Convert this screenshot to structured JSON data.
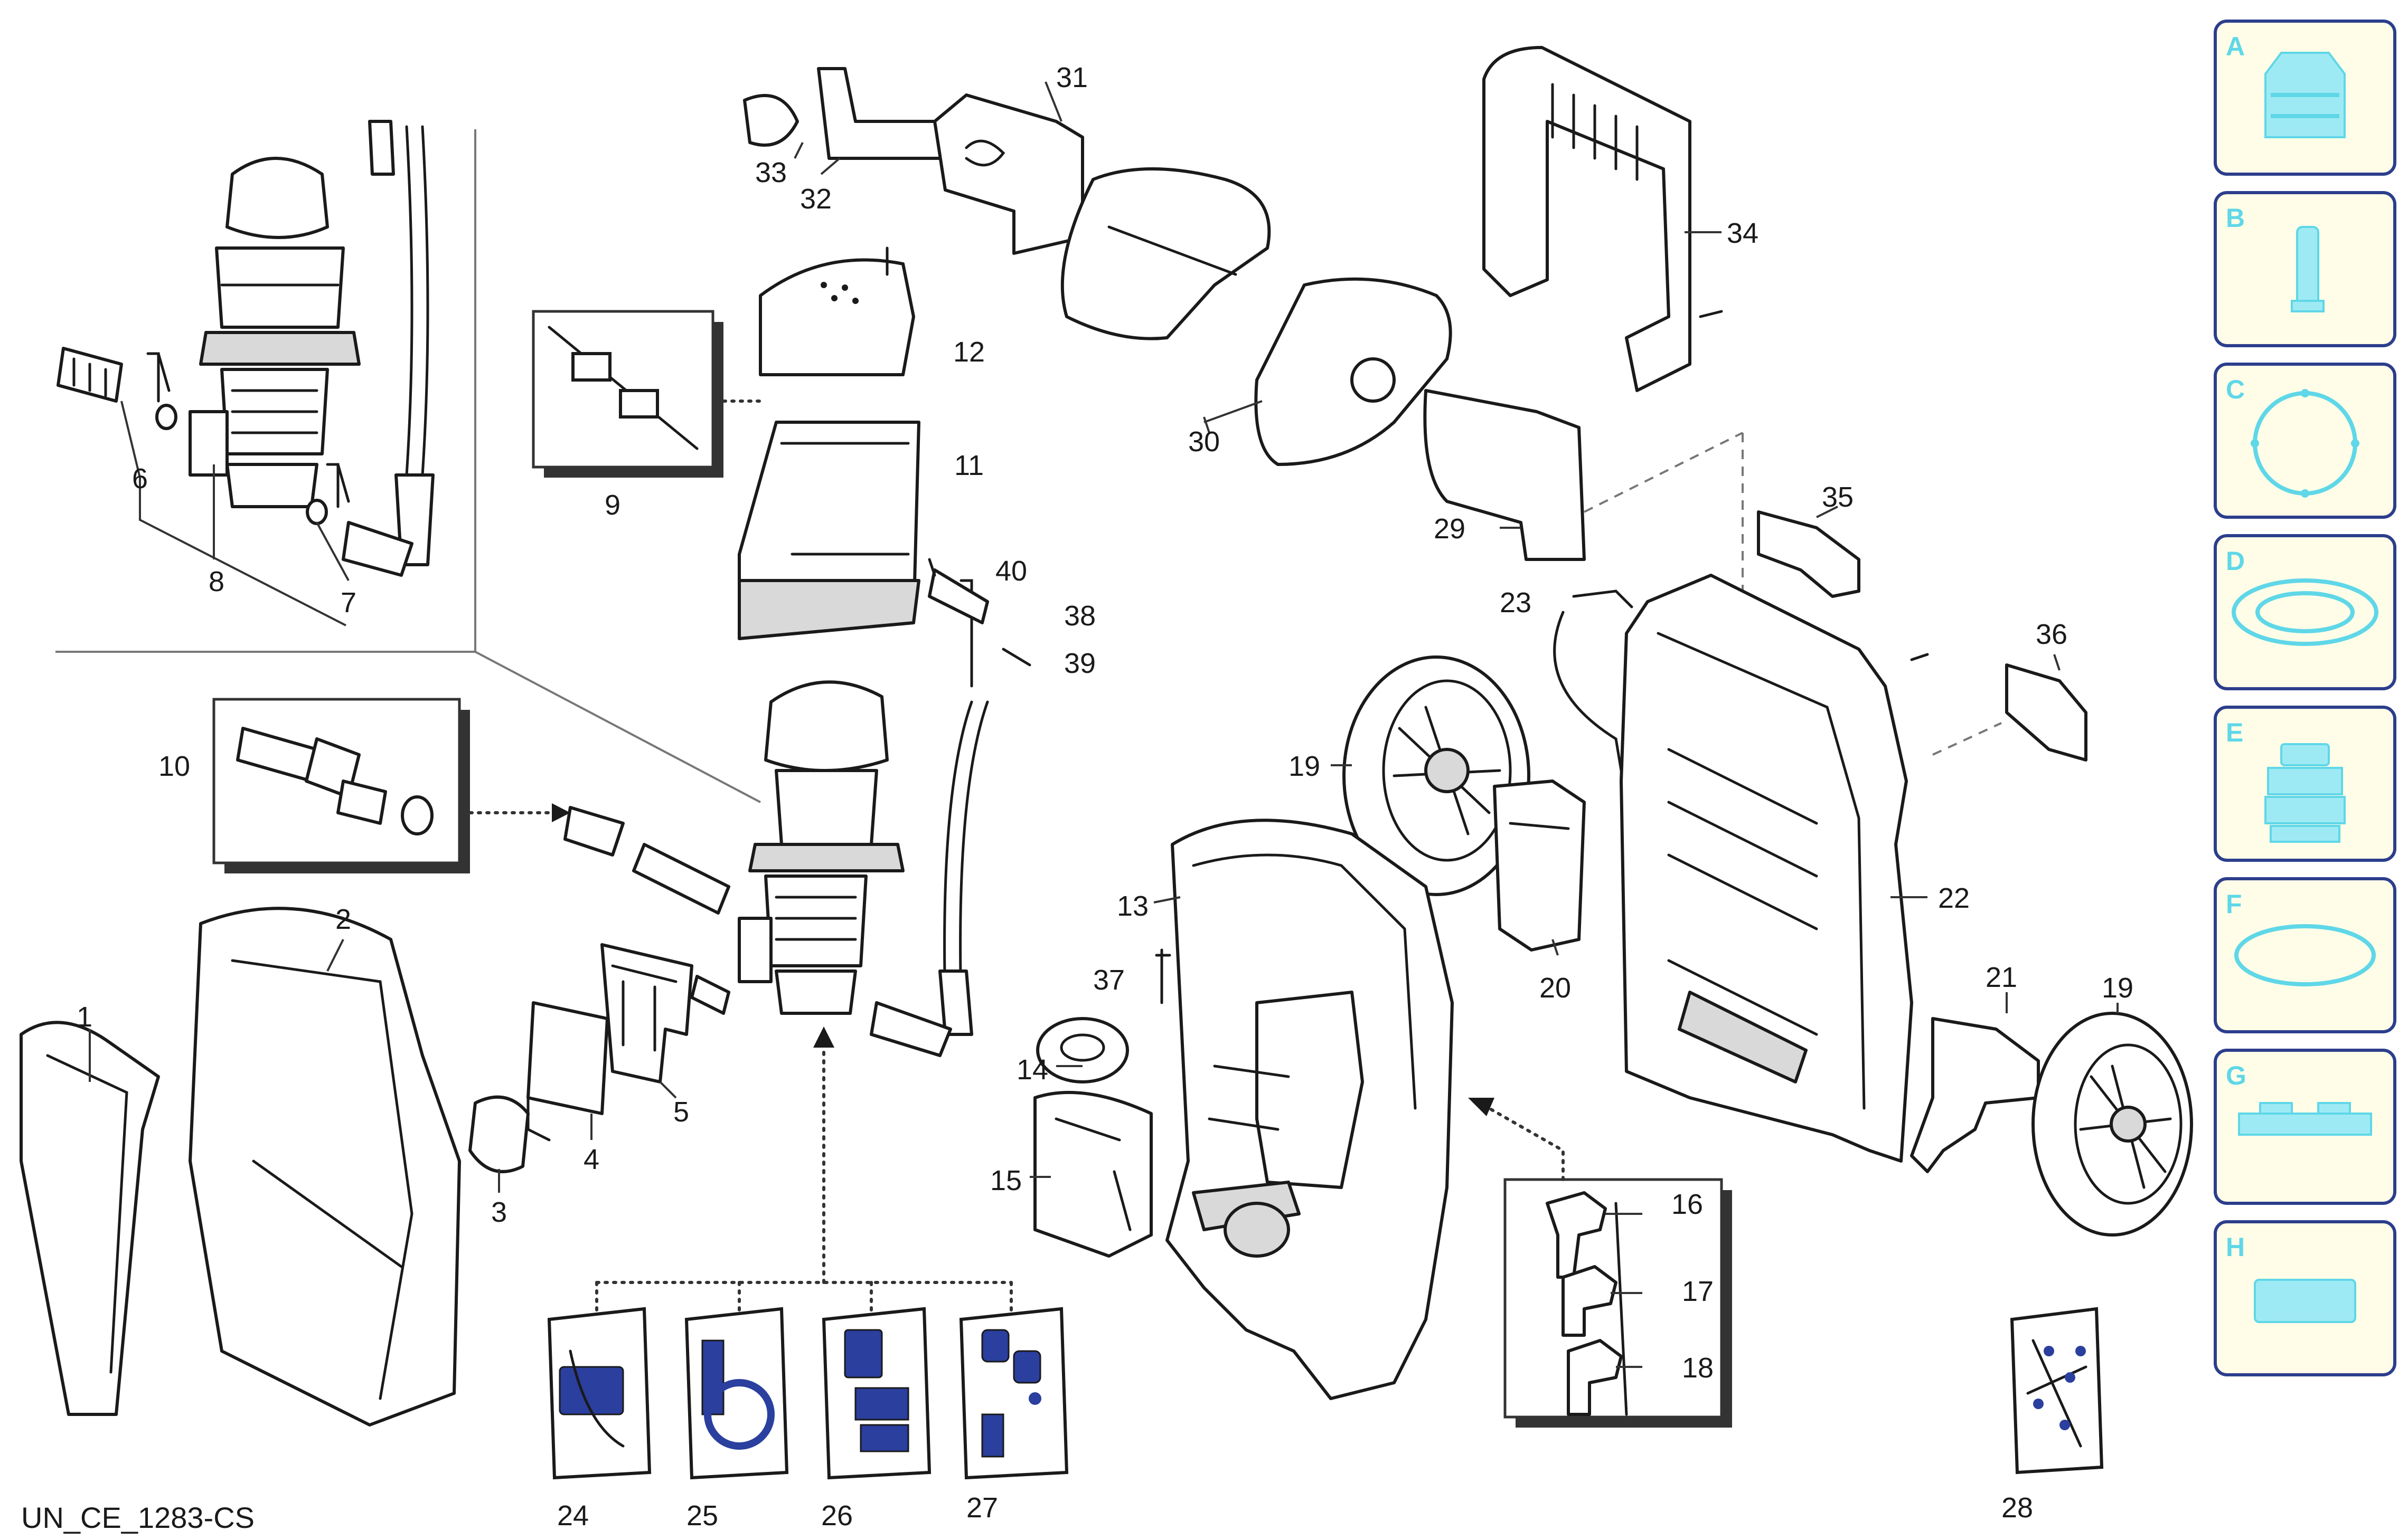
{
  "drawing_code": "UN_CE_1283-CS",
  "callouts": [
    {
      "label": "1"
    },
    {
      "label": "2"
    },
    {
      "label": "3"
    },
    {
      "label": "4"
    },
    {
      "label": "5"
    },
    {
      "label": "6"
    },
    {
      "label": "7"
    },
    {
      "label": "8"
    },
    {
      "label": "9"
    },
    {
      "label": "10"
    },
    {
      "label": "11"
    },
    {
      "label": "12"
    },
    {
      "label": "13"
    },
    {
      "label": "14"
    },
    {
      "label": "15"
    },
    {
      "label": "16"
    },
    {
      "label": "17"
    },
    {
      "label": "18"
    },
    {
      "label": "19"
    },
    {
      "label": "19"
    },
    {
      "label": "20"
    },
    {
      "label": "21"
    },
    {
      "label": "22"
    },
    {
      "label": "23"
    },
    {
      "label": "24"
    },
    {
      "label": "25"
    },
    {
      "label": "26"
    },
    {
      "label": "27"
    },
    {
      "label": "28"
    },
    {
      "label": "29"
    },
    {
      "label": "30"
    },
    {
      "label": "31"
    },
    {
      "label": "32"
    },
    {
      "label": "33"
    },
    {
      "label": "34"
    },
    {
      "label": "35"
    },
    {
      "label": "36"
    },
    {
      "label": "37"
    },
    {
      "label": "38"
    },
    {
      "label": "39"
    },
    {
      "label": "40"
    }
  ],
  "legend": [
    {
      "letter": "A",
      "icon": "pump-head-icon"
    },
    {
      "letter": "B",
      "icon": "piston-icon"
    },
    {
      "letter": "C",
      "icon": "gasket-ring-icon"
    },
    {
      "letter": "D",
      "icon": "seal-ring-icon"
    },
    {
      "letter": "E",
      "icon": "valve-stack-icon"
    },
    {
      "letter": "F",
      "icon": "o-ring-icon"
    },
    {
      "letter": "G",
      "icon": "flat-gasket-icon"
    },
    {
      "letter": "H",
      "icon": "plate-icon"
    }
  ],
  "colors": {
    "legend_fill": "#fffde7",
    "legend_border": "#2c3e8c",
    "legend_accent": "#5fd7e8",
    "kit_parts": "#2a3f9e"
  }
}
